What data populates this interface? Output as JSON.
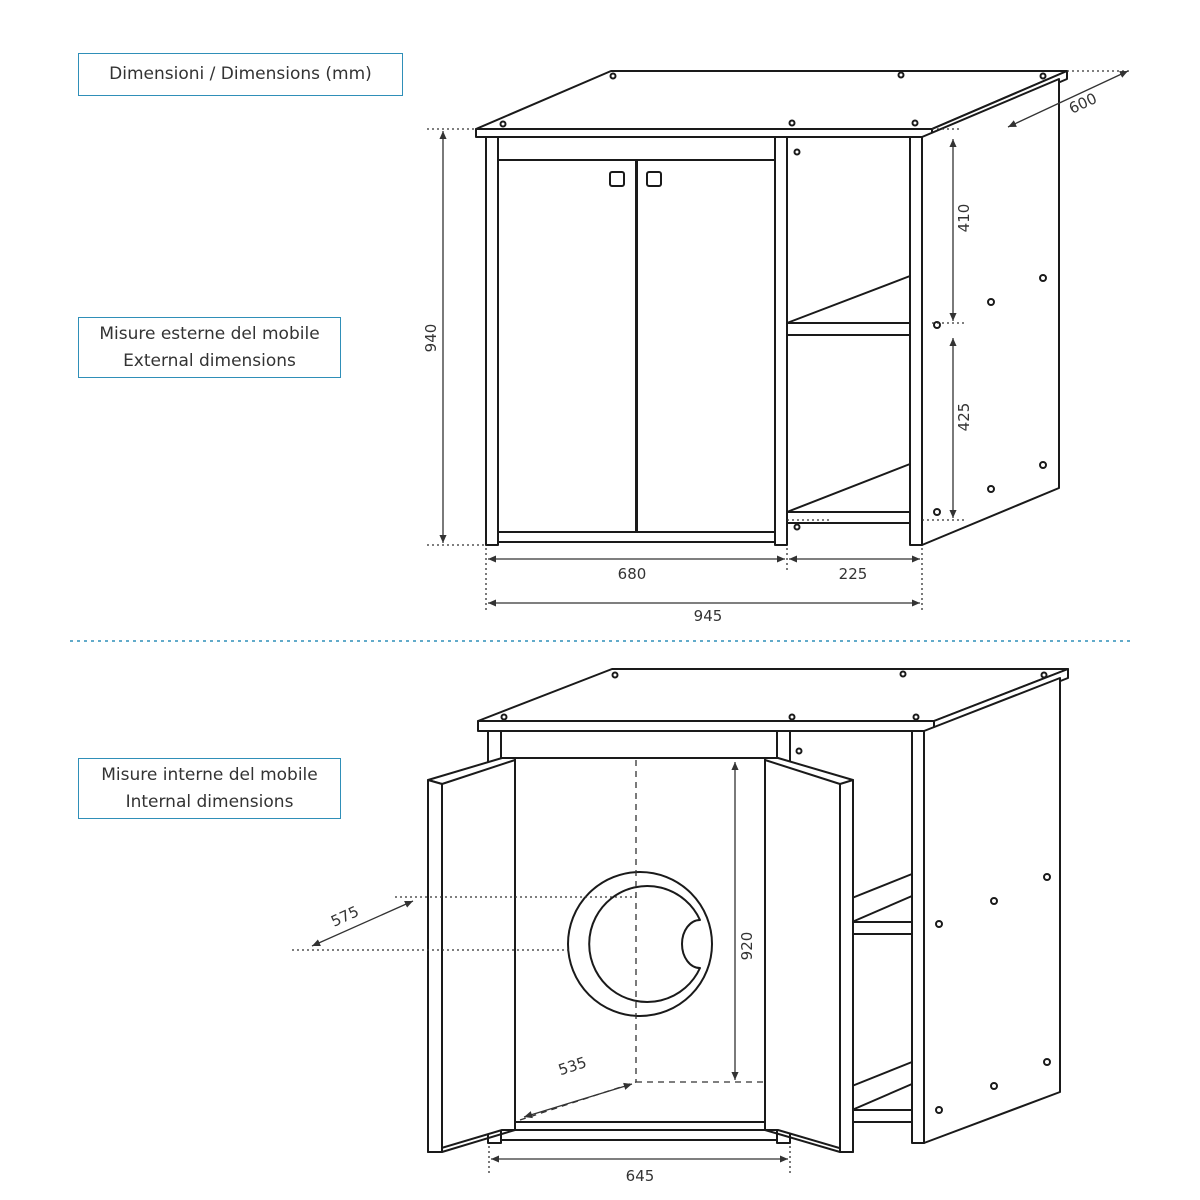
{
  "labels": {
    "title": "Dimensioni / Dimensions  (mm)",
    "external_it": "Misure esterne del mobile",
    "external_en": "External dimensions",
    "internal_it": "Misure interne del mobile",
    "internal_en": "Internal dimensions"
  },
  "external": {
    "depth": "600",
    "height": "940",
    "upper_shelf": "410",
    "lower_shelf": "425",
    "cabinet_width": "680",
    "shelf_width": "225",
    "total_width": "945"
  },
  "internal": {
    "depth_top": "575",
    "height": "920",
    "depth_bottom": "535",
    "width": "645"
  },
  "colors": {
    "line": "#1a1a1a",
    "accent": "#2f8fb8",
    "dim": "#333333"
  }
}
